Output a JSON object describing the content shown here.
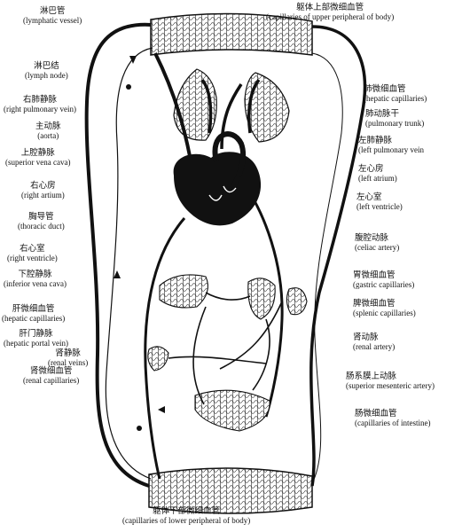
{
  "colors": {
    "ink": "#111111",
    "paper": "#ffffff",
    "vessel": "#1a1a1a"
  },
  "labels": {
    "upper_peripheral": {
      "zh": "躯体上部微细血管",
      "en": "(capillaries of upper peripheral of body)"
    },
    "lymphatic_vessel": {
      "zh": "淋巴管",
      "en": "(lymphatic vessel)"
    },
    "lymph_node": {
      "zh": "淋巴结",
      "en": "(lymph node)"
    },
    "right_pulmonary_vein": {
      "zh": "右肺静脉",
      "en": "(right pulmonary vein)"
    },
    "aorta": {
      "zh": "主动脉",
      "en": "(aorta)"
    },
    "superior_vena_cava": {
      "zh": "上腔静脉",
      "en": "(superior vena cava)"
    },
    "right_atrium": {
      "zh": "右心房",
      "en": "(right artium)"
    },
    "thoracic_duct": {
      "zh": "胸导管",
      "en": "(thoracic duct)"
    },
    "right_ventricle": {
      "zh": "右心室",
      "en": "(right ventricle)"
    },
    "inferior_vena_cava": {
      "zh": "下腔静脉",
      "en": "(inferior vena cava)"
    },
    "hepatic_capillaries_left": {
      "zh": "肝微细血管",
      "en": "(hepatic capillaries)"
    },
    "hepatic_portal_vein": {
      "zh": "肝门静脉",
      "en": "(hepatic portal vein)"
    },
    "renal_veins": {
      "zh": "肾静脉",
      "en": "(renal veins)"
    },
    "renal_capillaries": {
      "zh": "肾微细血管",
      "en": "(renal capillaries)"
    },
    "lung_capillaries": {
      "zh": "肺微细血管",
      "en": "(hepatic capillaries)"
    },
    "pulmonary_trunk": {
      "zh": "肺动脉干",
      "en": "(pulmonary trunk)"
    },
    "left_pulmonary_vein": {
      "zh": "左肺静脉",
      "en": "(left pulmonary vein"
    },
    "left_atrium": {
      "zh": "左心房",
      "en": "(left atrium)"
    },
    "left_ventricle": {
      "zh": "左心室",
      "en": "(left ventricle)"
    },
    "celiac_artery": {
      "zh": "腹腔动脉",
      "en": "(celiac artery)"
    },
    "gastric_capillaries": {
      "zh": "胃微细血管",
      "en": "(gastric capillaries)"
    },
    "splenic_capillaries": {
      "zh": "脾微细血管",
      "en": "(splenic capillaries)"
    },
    "renal_artery": {
      "zh": "肾动脉",
      "en": "(renal artery)"
    },
    "superior_mesenteric_artery": {
      "zh": "肠系膜上动脉",
      "en": "(superior mesenteric artery)"
    },
    "intestine_capillaries": {
      "zh": "肠微细血管",
      "en": "(capillaries of intestine)"
    },
    "lower_peripheral": {
      "zh": "躯体下部微细血管",
      "en": "(capillaries of lower peripheral of body)"
    }
  }
}
